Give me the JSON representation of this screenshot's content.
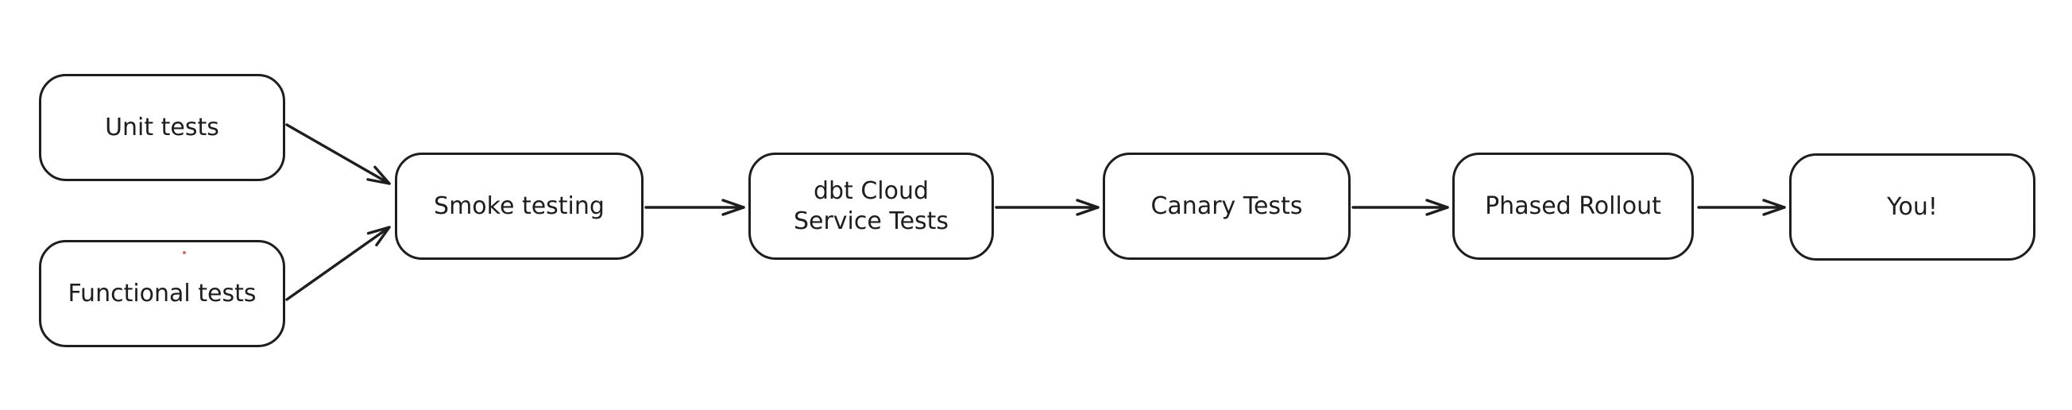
{
  "diagram": {
    "type": "flowchart",
    "direction": "left-to-right",
    "nodes": [
      {
        "id": "unit-tests",
        "label": "Unit tests"
      },
      {
        "id": "functional-tests",
        "label": "Functional tests"
      },
      {
        "id": "smoke-testing",
        "label": "Smoke testing"
      },
      {
        "id": "dbt-cloud-service-tests",
        "label": "dbt Cloud\nService Tests"
      },
      {
        "id": "canary-tests",
        "label": "Canary Tests"
      },
      {
        "id": "phased-rollout",
        "label": "Phased Rollout"
      },
      {
        "id": "you",
        "label": "You!"
      }
    ],
    "edges": [
      {
        "from": "unit-tests",
        "to": "smoke-testing"
      },
      {
        "from": "functional-tests",
        "to": "smoke-testing"
      },
      {
        "from": "smoke-testing",
        "to": "dbt-cloud-service-tests"
      },
      {
        "from": "dbt-cloud-service-tests",
        "to": "canary-tests"
      },
      {
        "from": "canary-tests",
        "to": "phased-rollout"
      },
      {
        "from": "phased-rollout",
        "to": "you"
      }
    ],
    "colors": {
      "stroke": "#1e1e1e",
      "background": "#ffffff",
      "artifact_dot": "#e06666"
    }
  }
}
